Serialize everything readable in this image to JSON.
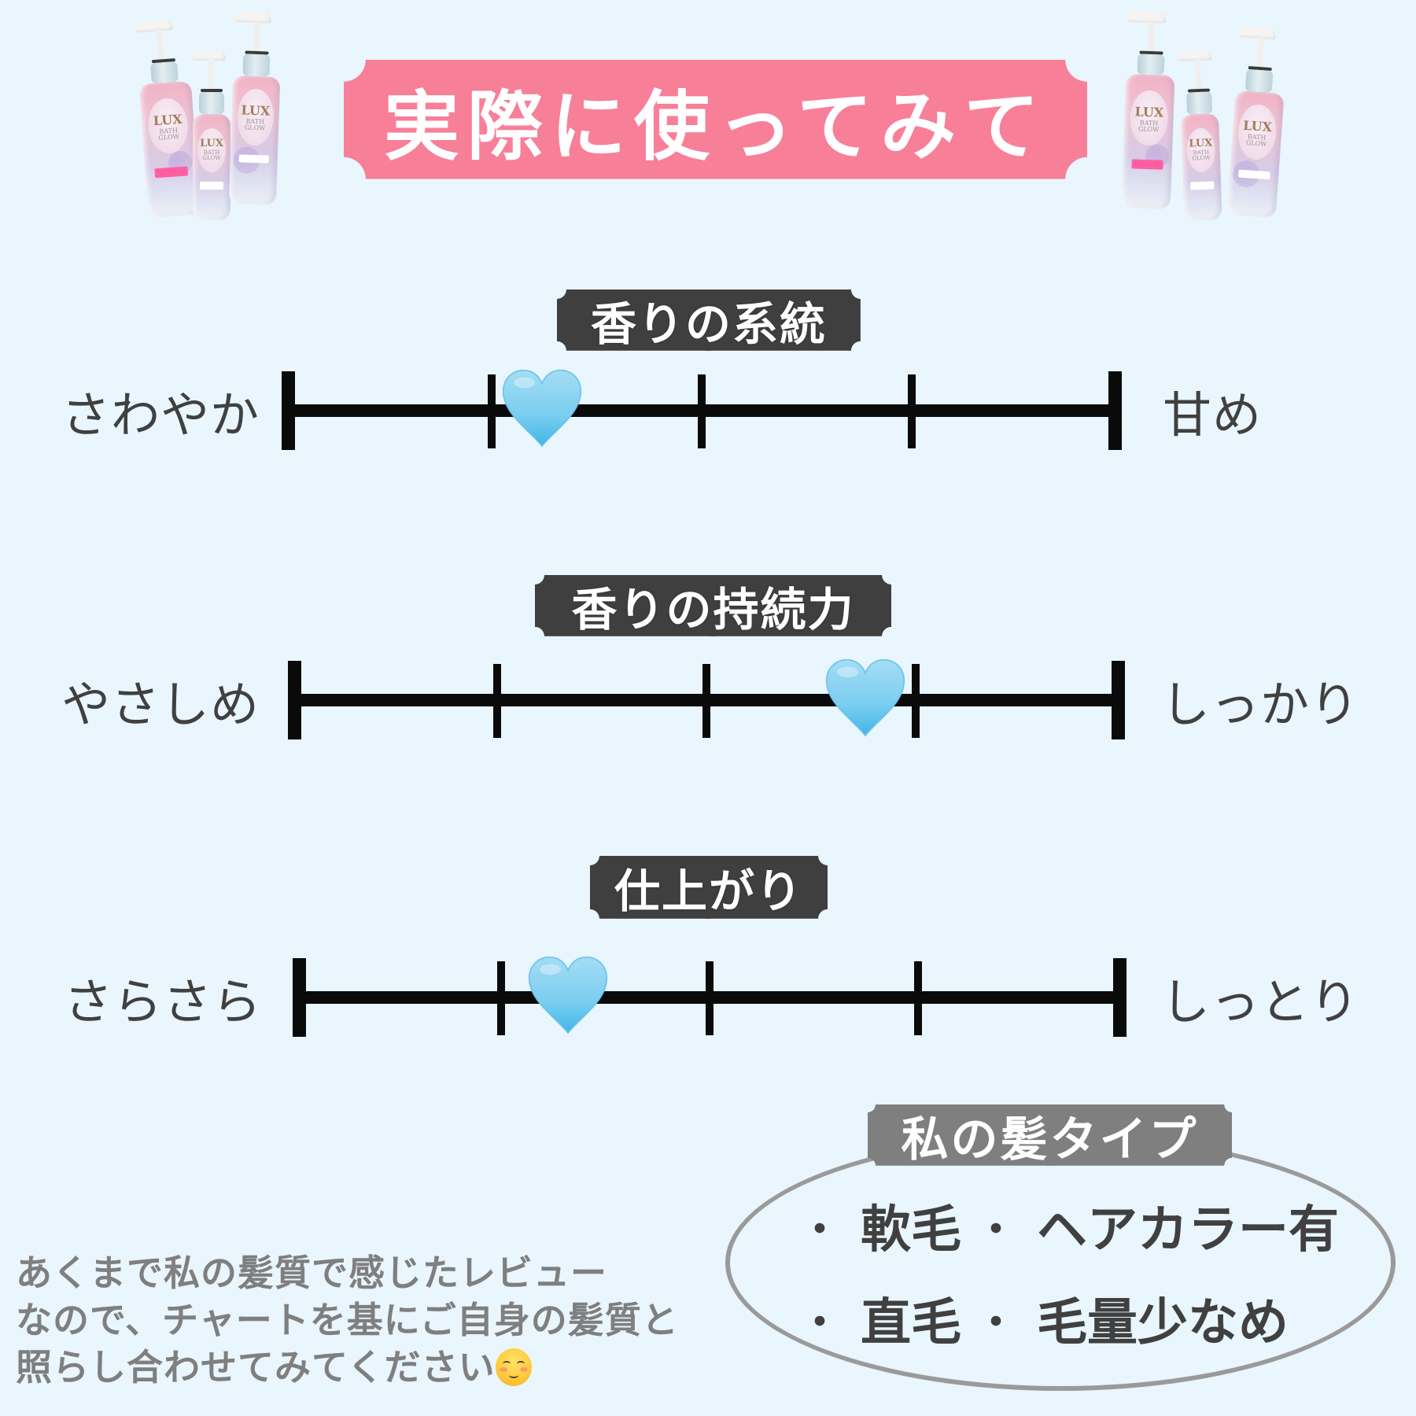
{
  "header": {
    "title": "実際に使ってみて",
    "title_bg_color": "#f87f98",
    "product_images": {
      "left": [
        {
          "brand": "LUX",
          "line": "BATH\nGLOW"
        },
        {
          "brand": "LUX",
          "line": "BATH\nGLOW"
        },
        {
          "brand": "LUX",
          "line": "BATH\nGLOW"
        }
      ],
      "right": [
        {
          "brand": "LUX",
          "line": "BATH\nGLOW"
        },
        {
          "brand": "LUX",
          "line": "BATH\nGLOW"
        },
        {
          "brand": "LUX",
          "line": "BATH\nGLOW"
        }
      ]
    }
  },
  "scales": [
    {
      "title": "香りの系統",
      "left_label": "さわやか",
      "right_label": "甘め",
      "ticks": 5,
      "marker_icon": "light-blue-heart",
      "marker_position": 0.31
    },
    {
      "title": "香りの持続力",
      "left_label": "やさしめ",
      "right_label": "しっかり",
      "ticks": 5,
      "marker_icon": "light-blue-heart",
      "marker_position": 0.69
    },
    {
      "title": "仕上がり",
      "left_label": "さらさら",
      "right_label": "しっとり",
      "ticks": 5,
      "marker_icon": "light-blue-heart",
      "marker_position": 0.33
    }
  ],
  "hair_type": {
    "title": "私の髪タイプ",
    "bullet": "・",
    "items": [
      "軟毛",
      "ヘアカラー有",
      "直毛",
      "毛量少なめ"
    ]
  },
  "disclaimer": {
    "lines": [
      "あくまで私の髪質で感じたレビュー",
      "なので、チャートを基にご自身の髪質と",
      "照らし合わせてみてください"
    ],
    "trailing_emoji": "smiling-face-icon"
  },
  "colors": {
    "background": "#e9f6fd",
    "section_title_bg": "#3f3f3f",
    "hair_title_bg": "#7f7f7f",
    "label_text": "#404040",
    "disclaimer_text": "#7f7f7f",
    "heart": "#6ccaf0"
  }
}
